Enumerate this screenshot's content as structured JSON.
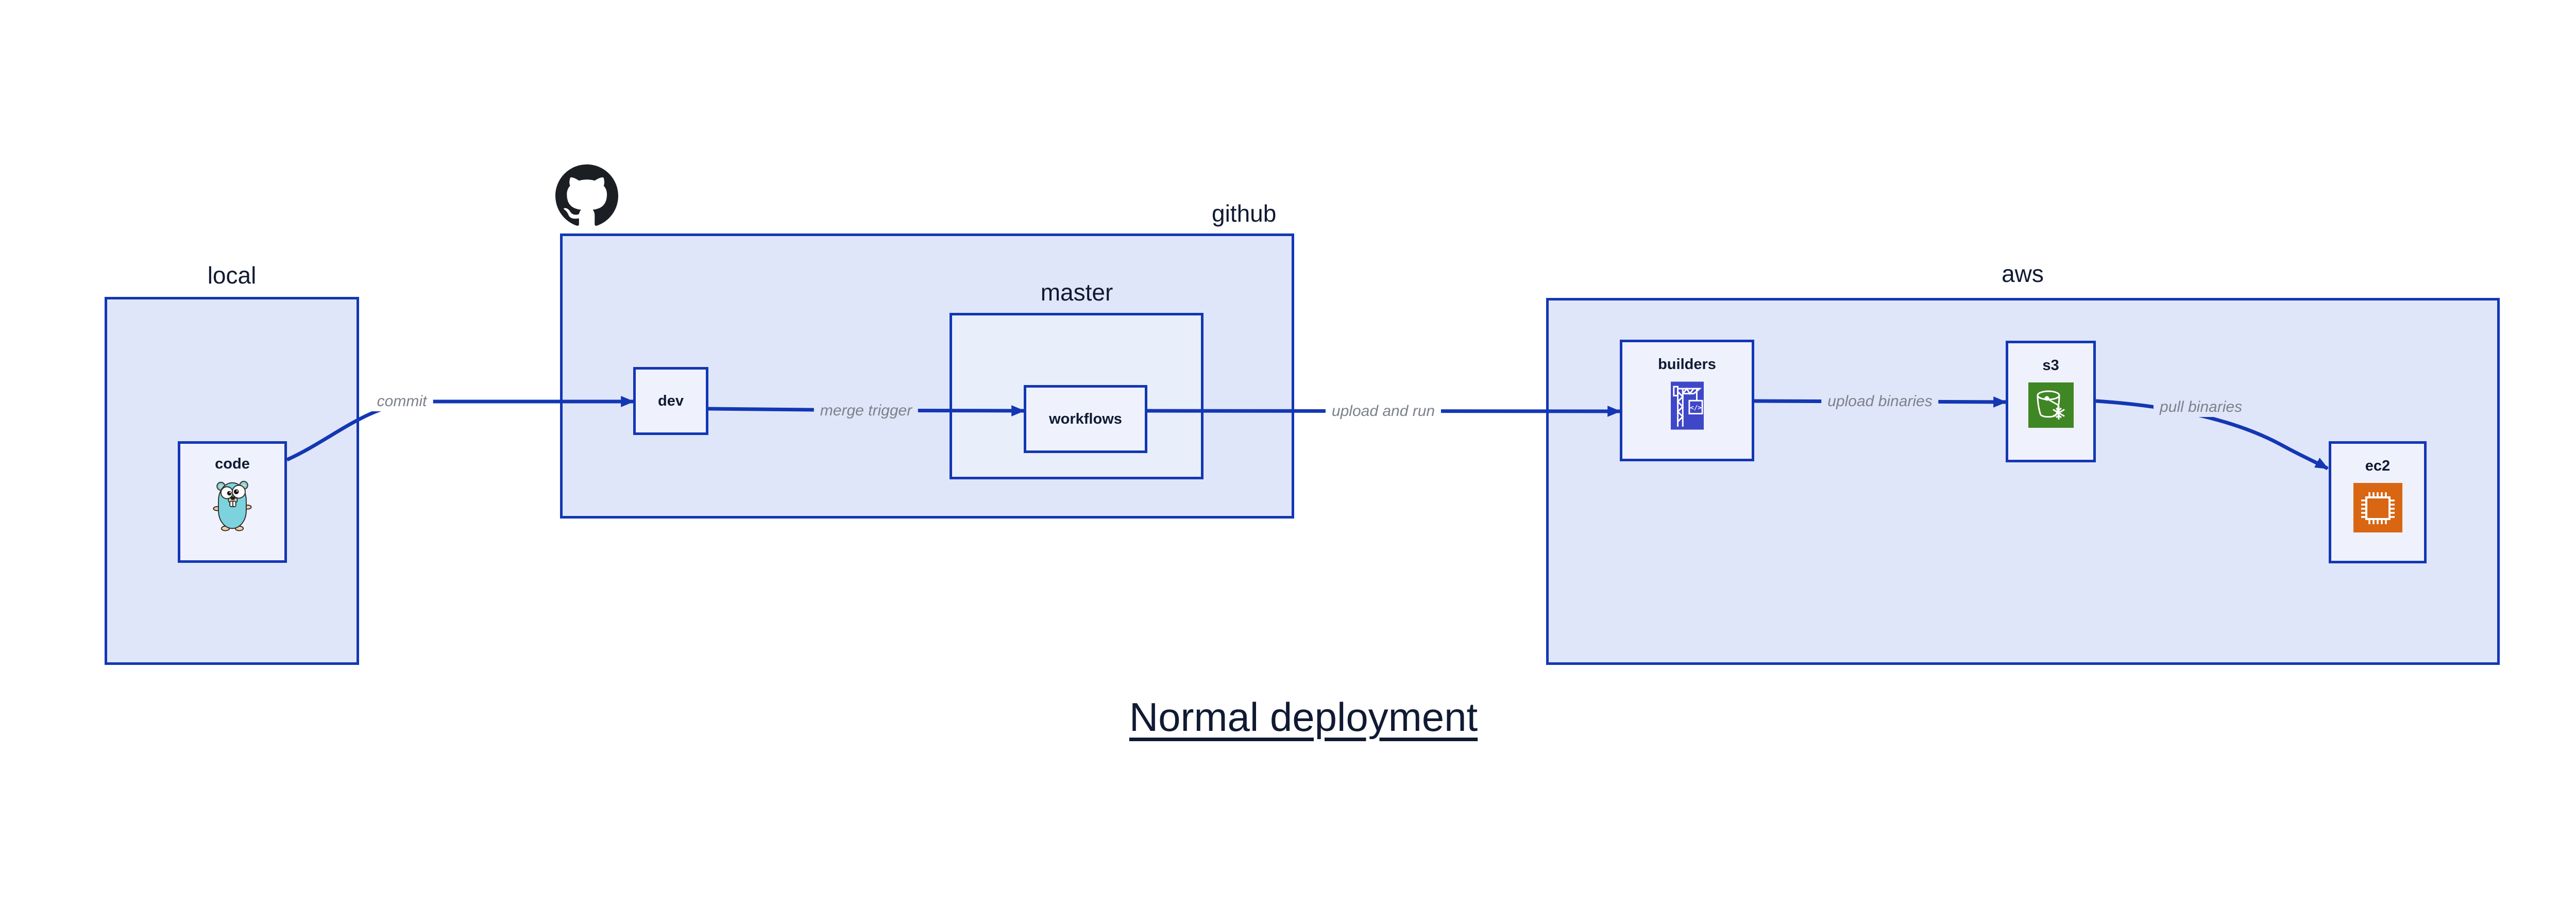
{
  "title": "Normal deployment",
  "nodes": {
    "local": {
      "label": "local"
    },
    "code": {
      "label": "code",
      "icon": "go-gopher-icon"
    },
    "github": {
      "label": "github",
      "icon": "octocat-icon"
    },
    "master": {
      "label": "master"
    },
    "dev": {
      "label": "dev"
    },
    "workflows": {
      "label": "workflows"
    },
    "aws": {
      "label": "aws"
    },
    "builders": {
      "label": "builders",
      "icon": "codebuild-crane-icon"
    },
    "s3": {
      "label": "s3",
      "icon": "s3-glacier-bucket-icon"
    },
    "ec2": {
      "label": "ec2",
      "icon": "ec2-chip-icon"
    }
  },
  "edges": {
    "commit": {
      "label": "commit",
      "from": "code",
      "to": "dev"
    },
    "merge_trigger": {
      "label": "merge trigger",
      "from": "dev",
      "to": "workflows"
    },
    "upload_and_run": {
      "label": "upload and run",
      "from": "workflows",
      "to": "builders"
    },
    "upload_binaries": {
      "label": "upload binaries",
      "from": "builders",
      "to": "s3"
    },
    "pull_binaries": {
      "label": "pull binaries",
      "from": "s3",
      "to": "ec2"
    }
  },
  "colors": {
    "accent-blue": "#1337b4",
    "container-fill": "#e0e6f9",
    "master-fill": "#e9eefb",
    "node-fill": "#eff2fc",
    "text-navy": "#111a33",
    "edge-label-gray": "#7c818b",
    "octocat-black": "#1b1f23",
    "gopher-teal": "#7cd3dd",
    "codebuild-indigo": "#3f47c9",
    "s3-green": "#3f8624",
    "ec2-orange": "#d86613",
    "background": "#ffffff"
  }
}
